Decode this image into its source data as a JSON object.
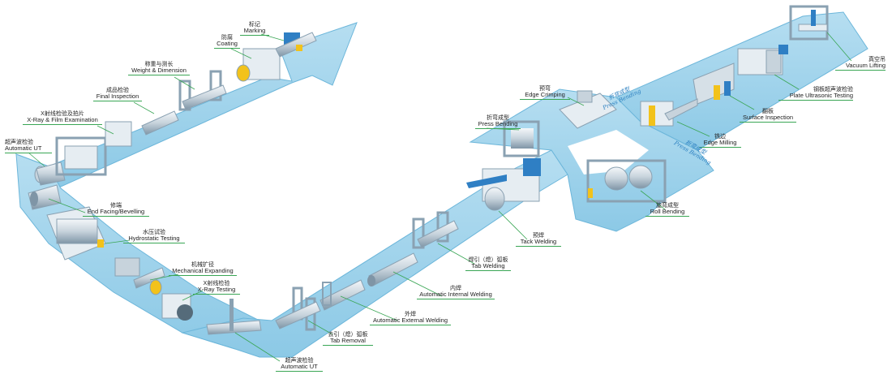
{
  "stations": [
    {
      "id": "vacuum-lifting",
      "cn": "真空吊",
      "en": "Vacuum Lifting"
    },
    {
      "id": "plate-ultrasonic-testing",
      "cn": "钢板超声波检验",
      "en": "Plate Ultrasonic Testing"
    },
    {
      "id": "surface-inspection",
      "cn": "翻板",
      "en": "Surface Inspection"
    },
    {
      "id": "edge-milling",
      "cn": "铣边",
      "en": "Edge Milling"
    },
    {
      "id": "edge-crimping",
      "cn": "预弯",
      "en": "Edge Crimping"
    },
    {
      "id": "press-bending",
      "cn": "折弯成型",
      "en": "Press Bending"
    },
    {
      "id": "roll-bending",
      "cn": "旋弯成型",
      "en": "Roll Bending"
    },
    {
      "id": "tack-welding",
      "cn": "预焊",
      "en": "Tack Welding"
    },
    {
      "id": "tab-welding",
      "cn": "焊引（熄）弧板",
      "en": "Tab Welding"
    },
    {
      "id": "automatic-internal-welding",
      "cn": "内焊",
      "en": "Automatic Internal Welding"
    },
    {
      "id": "automatic-external-welding",
      "cn": "外焊",
      "en": "Automatic External Welding"
    },
    {
      "id": "tab-removal",
      "cn": "去引（熄）弧板",
      "en": "Tab Removal"
    },
    {
      "id": "automatic-ut-bottom",
      "cn": "超声波检验",
      "en": "Automatic UT"
    },
    {
      "id": "x-ray-testing",
      "cn": "X射线检验",
      "en": "X-Ray Testing"
    },
    {
      "id": "mechanical-expanding",
      "cn": "机械扩径",
      "en": "Mechanical Expanding"
    },
    {
      "id": "hydrostatic-testing",
      "cn": "水压试验",
      "en": "Hydrostatic Testing"
    },
    {
      "id": "end-facing-bevelling",
      "cn": "修端",
      "en": "End Facing/Bevelling"
    },
    {
      "id": "automatic-ut-top",
      "cn": "超声波检验",
      "en": "Automatic UT"
    },
    {
      "id": "x-ray-film-examination",
      "cn": "X射线检验及拍片",
      "en": "X-Ray & Film Examination"
    },
    {
      "id": "final-inspection",
      "cn": "成品检验",
      "en": "Final Inspection"
    },
    {
      "id": "weight-dimension",
      "cn": "称重与测长",
      "en": "Weight & Dimension"
    },
    {
      "id": "coating",
      "cn": "防腐",
      "en": "Coating"
    },
    {
      "id": "marking",
      "cn": "标记",
      "en": "Marking"
    }
  ],
  "path_labels": {
    "press_bending_top": {
      "en": "Press Bending",
      "cn": "折弯成型"
    },
    "press_bending_side": {
      "en": "Press Bending",
      "cn": "折弯成型"
    }
  },
  "colors": {
    "belt_face": "#9fd3ec",
    "belt_edge": "#6cb6da",
    "machine_light": "#e6edf2",
    "machine_dark": "#8aa1b2",
    "accent_yellow": "#f2c21b",
    "accent_blue": "#2f7fc4",
    "leader_green": "#3aa655",
    "italic_blue": "#2a7fc0"
  }
}
